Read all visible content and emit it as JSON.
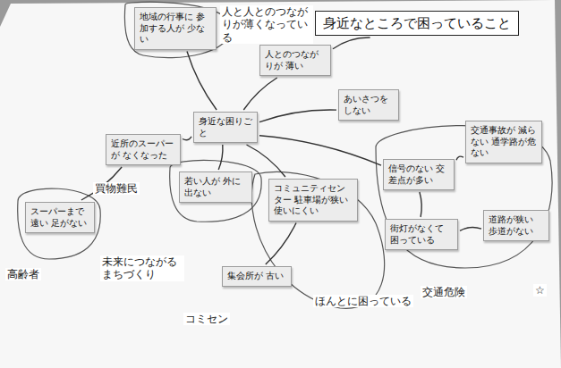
{
  "diagram": {
    "title": "身近なところで困っていること",
    "nodes": [
      {
        "text": [
          "身近なところで困っていること"
        ]
      },
      {
        "text": [
          "地域の行事に 参加する人が 少ない"
        ]
      },
      {
        "text": [
          "人とのつながりが 薄い"
        ]
      },
      {
        "text": [
          "身近な困りごと"
        ]
      },
      {
        "text": [
          "あいさつを しない"
        ]
      },
      {
        "text": [
          "近所のスーパーが なくなった"
        ]
      },
      {
        "text": [
          "スーパーまで 遠い 足がない"
        ]
      },
      {
        "text": [
          "若い人が 外に出ない"
        ]
      },
      {
        "text": [
          "コミュニティセンター 駐車場が狭い 使いにくい"
        ]
      },
      {
        "text": [
          "集会所が 古い"
        ]
      },
      {
        "text": [
          "交通事故が 減らない 通学路が危ない"
        ]
      },
      {
        "text": [
          "信号のない 交差点が多い"
        ]
      },
      {
        "text": [
          "街灯がなくて 困っている"
        ]
      },
      {
        "text": [
          "道路が狭い 歩道がない"
        ]
      }
    ],
    "edges": [
      {
        "from": 3,
        "to": 1,
        "arrow": "none"
      },
      {
        "from": 3,
        "to": 2,
        "arrow": "none"
      },
      {
        "from": 2,
        "to": 0,
        "arrow": "none"
      },
      {
        "from": 3,
        "to": 4,
        "arrow": "none"
      },
      {
        "from": 3,
        "to": 5,
        "arrow": "none"
      },
      {
        "from": 5,
        "to": 6,
        "arrow": "none"
      },
      {
        "from": 3,
        "to": 7,
        "arrow": "none"
      },
      {
        "from": 3,
        "to": 8,
        "arrow": "none"
      },
      {
        "from": 8,
        "to": 9,
        "arrow": "none"
      },
      {
        "from": 3,
        "to": 11,
        "arrow": "none"
      },
      {
        "from": 11,
        "to": 10,
        "arrow": "none"
      },
      {
        "from": 11,
        "to": 12,
        "arrow": "none"
      },
      {
        "from": 12,
        "to": 13,
        "arrow": "none"
      }
    ],
    "labels": [
      "人と人とのつながりが薄くなっている",
      "買物難民",
      "高齢者",
      "未来につながるまちづくり",
      "コミセン",
      "ほんとに困っている",
      "交通危険",
      "☆"
    ]
  }
}
